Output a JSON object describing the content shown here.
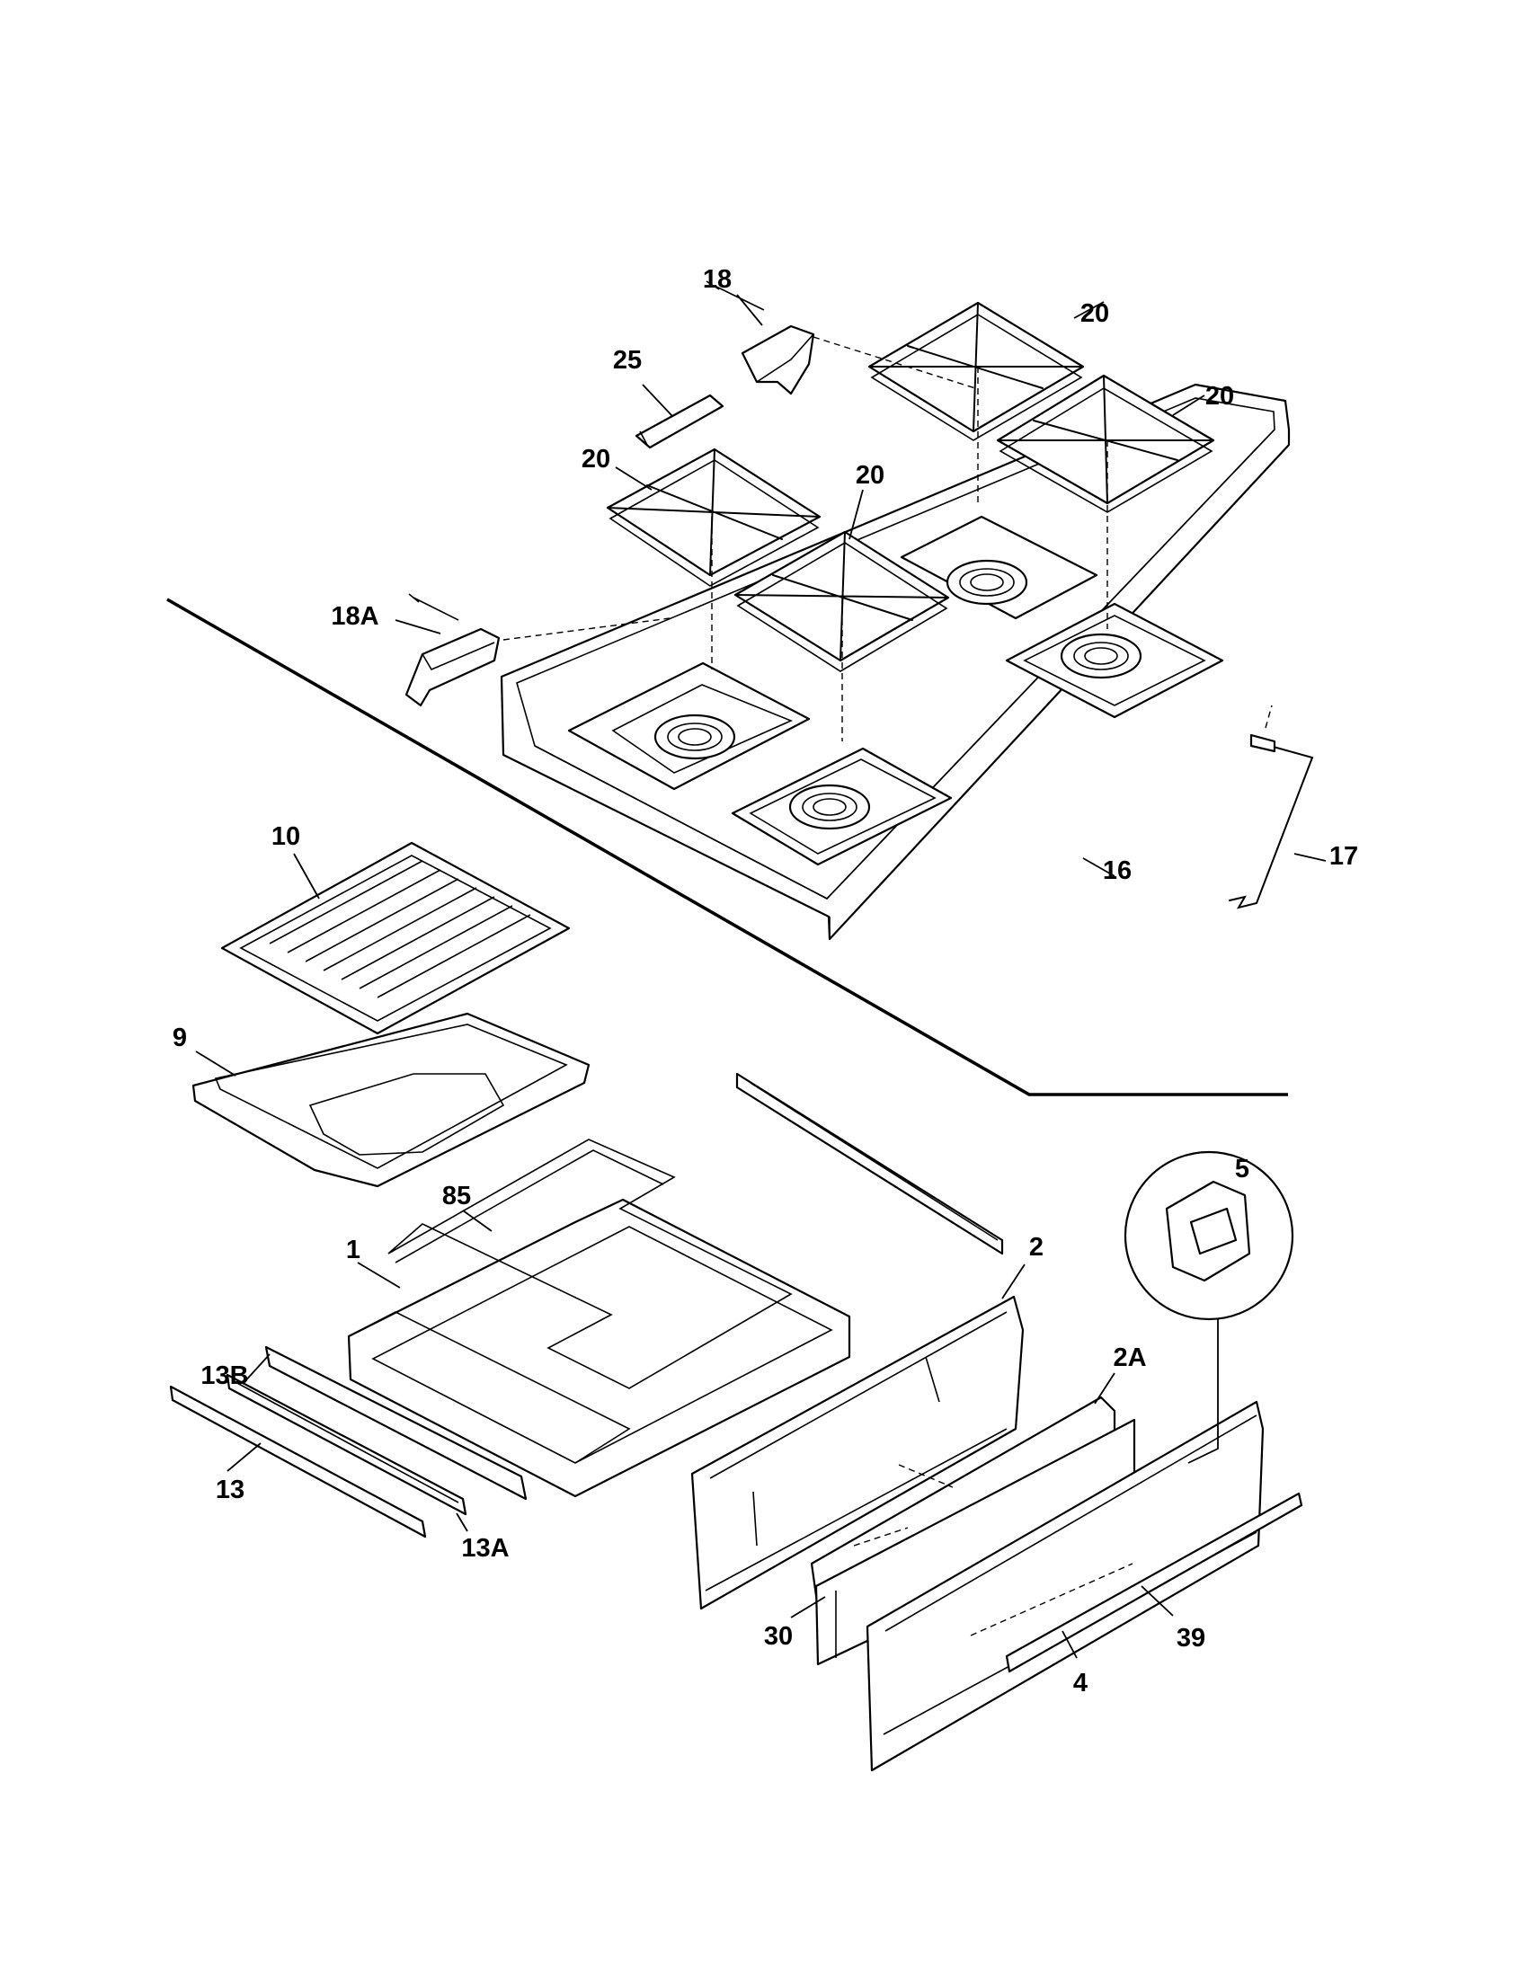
{
  "diagram": {
    "callouts": [
      {
        "id": "c18",
        "text": "18"
      },
      {
        "id": "c25",
        "text": "25"
      },
      {
        "id": "c20a",
        "text": "20"
      },
      {
        "id": "c20b",
        "text": "20"
      },
      {
        "id": "c20c",
        "text": "20"
      },
      {
        "id": "c20d",
        "text": "20"
      },
      {
        "id": "c18A",
        "text": "18A"
      },
      {
        "id": "c16",
        "text": "16"
      },
      {
        "id": "c17",
        "text": "17"
      },
      {
        "id": "c10",
        "text": "10"
      },
      {
        "id": "c9",
        "text": "9"
      },
      {
        "id": "c85",
        "text": "85"
      },
      {
        "id": "c1",
        "text": "1"
      },
      {
        "id": "c2",
        "text": "2"
      },
      {
        "id": "c5",
        "text": "5"
      },
      {
        "id": "c13B",
        "text": "13B"
      },
      {
        "id": "c13",
        "text": "13"
      },
      {
        "id": "c13A",
        "text": "13A"
      },
      {
        "id": "c2A",
        "text": "2A"
      },
      {
        "id": "c30",
        "text": "30"
      },
      {
        "id": "c39",
        "text": "39"
      },
      {
        "id": "c4",
        "text": "4"
      }
    ]
  }
}
